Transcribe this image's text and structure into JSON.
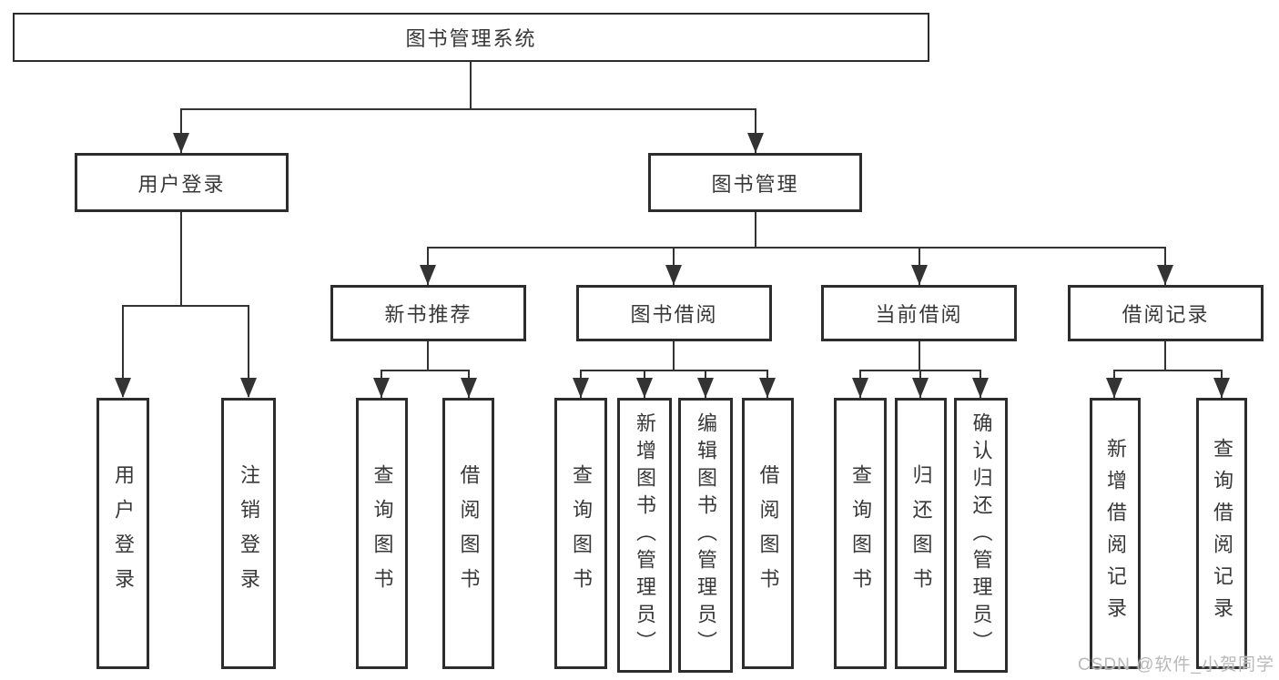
{
  "nodes": {
    "root": "图书管理系统",
    "user_login": "用户登录",
    "book_management": "图书管理",
    "level3": [
      "新书推荐",
      "图书借阅",
      "当前借阅",
      "借阅记录"
    ],
    "user_login_children": [
      "用户登录",
      "注销登录"
    ],
    "new_book_children": [
      "查询图书",
      "借阅图书"
    ],
    "book_borrow_children": [
      "查询图书",
      "新增图书（管理员）",
      "编辑图书（管理员）",
      "借阅图书"
    ],
    "current_borrow_children": [
      "查询图书",
      "归还图书",
      "确认归还（管理员）"
    ],
    "borrow_record_children": [
      "新增借阅记录",
      "查询借阅记录"
    ]
  },
  "watermark": "CSDN @软件_小贺同学",
  "colors": {
    "line": "#333333",
    "box_border": "#2d2d2d",
    "text": "#383838",
    "watermark": "#b9b9b9",
    "background": "#ffffff"
  }
}
